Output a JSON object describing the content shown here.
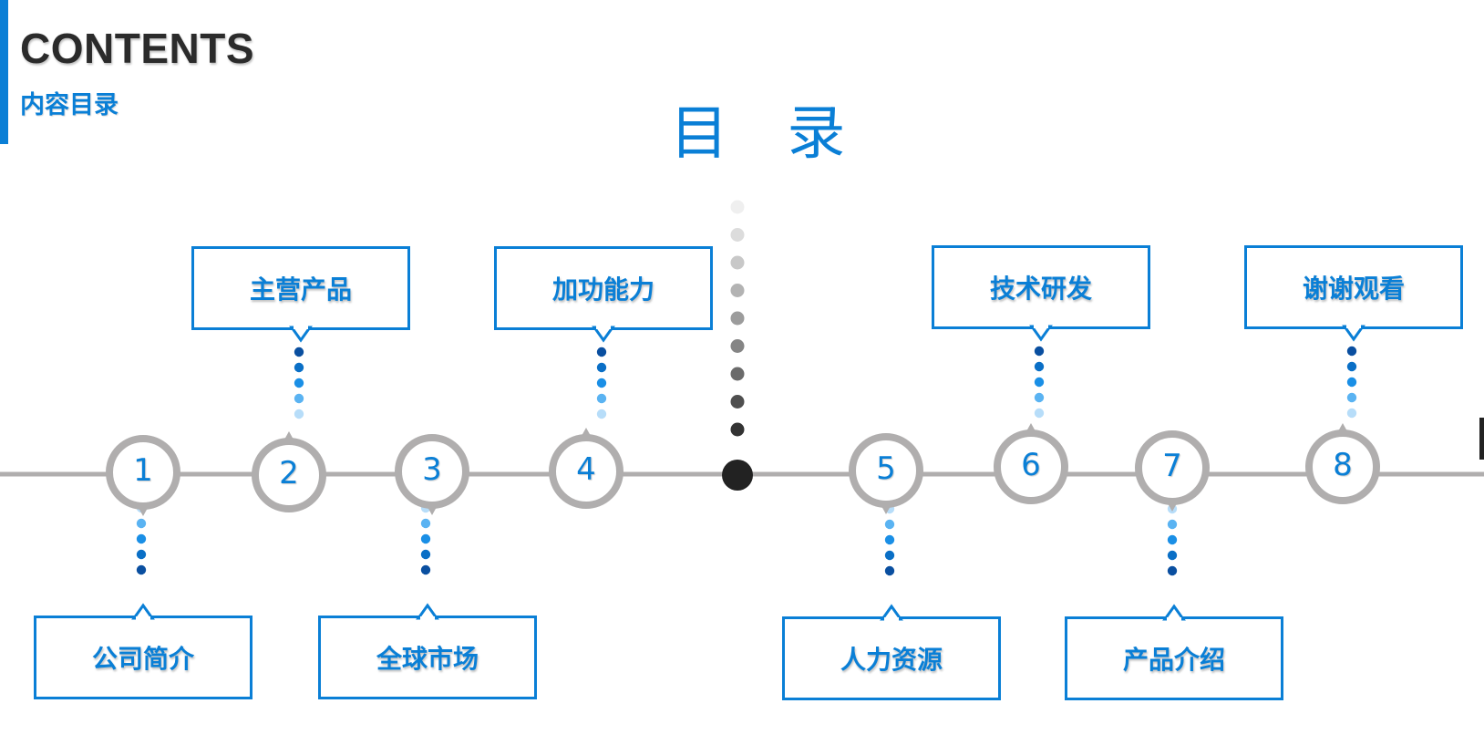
{
  "header": {
    "title": "CONTENTS",
    "subtitle": "内容目录"
  },
  "main_heading": "目 录",
  "colors": {
    "accent": "#0a7fd6",
    "line": "#b0aeae",
    "center_dot": "#222222"
  },
  "items": [
    {
      "number": "1",
      "label": "公司简介",
      "position": "below"
    },
    {
      "number": "2",
      "label": "主营产品",
      "position": "above"
    },
    {
      "number": "3",
      "label": "全球市场",
      "position": "below"
    },
    {
      "number": "4",
      "label": "加功能力",
      "position": "above"
    },
    {
      "number": "5",
      "label": "人力资源",
      "position": "below"
    },
    {
      "number": "6",
      "label": "技术研发",
      "position": "above"
    },
    {
      "number": "7",
      "label": "产品介绍",
      "position": "below"
    },
    {
      "number": "8",
      "label": "谢谢观看",
      "position": "above"
    }
  ]
}
